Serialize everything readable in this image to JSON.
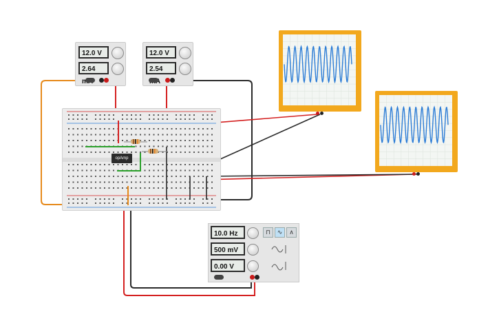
{
  "power_supply_1": {
    "voltage": "12.0 V",
    "current": "2.64 mA"
  },
  "power_supply_2": {
    "voltage": "12.0 V",
    "current": "2.54 mA"
  },
  "chip": {
    "label": "opAmp"
  },
  "function_generator": {
    "frequency": "10.0 Hz",
    "amplitude": "500 mV",
    "offset": "0.00 V"
  },
  "colors": {
    "wire_red": "#d42020",
    "wire_black": "#2a2a2a",
    "wire_orange": "#e6891a",
    "wire_green": "#2aa02a",
    "scope_frame": "#f2a81d",
    "scope_trace": "#2a7bd6"
  },
  "icons": [
    "knob-icon",
    "square-wave-icon",
    "sine-wave-icon",
    "triangle-wave-icon",
    "power-switch-icon",
    "resistor-icon"
  ]
}
